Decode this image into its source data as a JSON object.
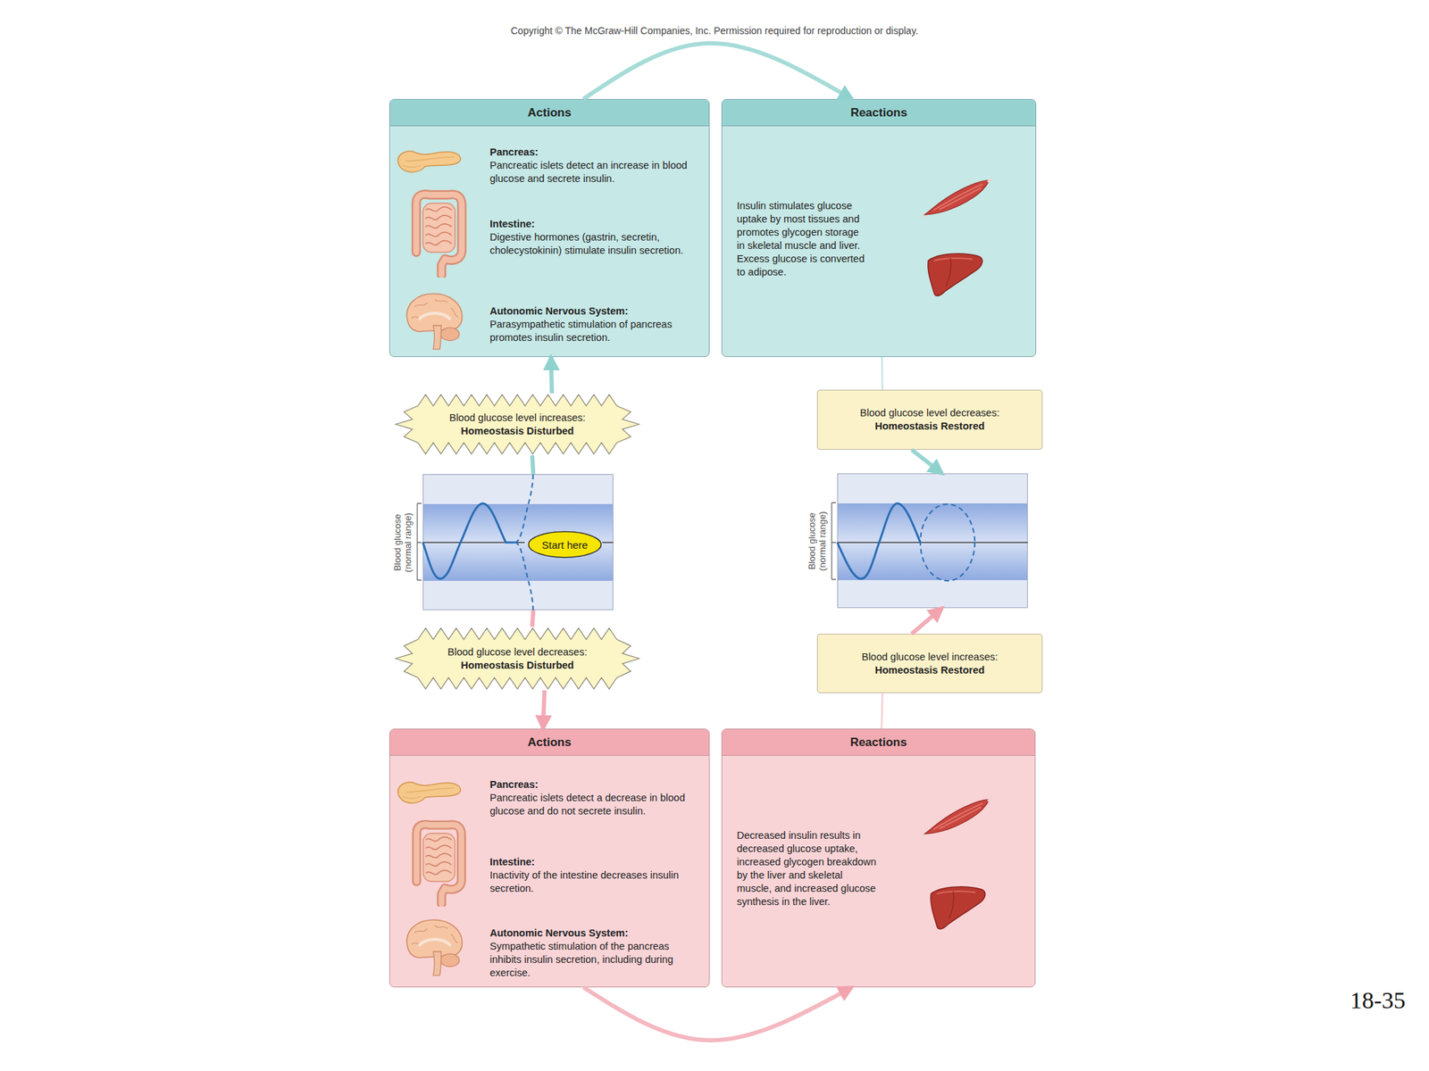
{
  "diagram": {
    "nodes": [
      {
        "text": [
          "Actions",
          "Pancreas:",
          "Pancreatic islets detect an increase in blood glucose and secrete insulin.",
          "Intestine:",
          "Digestive hormones (gastrin, secretin, cholecystokinin) stimulate insulin secretion.",
          "Autonomic Nervous System:",
          "Parasympathetic stimulation of pancreas promotes insulin secretion."
        ]
      },
      {
        "text": [
          "Reactions",
          "Insulin stimulates glucose uptake by most tissues and promotes glycogen storage in skeletal muscle and liver. Excess glucose is converted to adipose."
        ]
      },
      {
        "text": [
          "Blood glucose level increases:",
          "Homeostasis Disturbed"
        ]
      },
      {
        "text": [
          "Blood glucose level decreases:",
          "Homeostasis Restored"
        ]
      },
      {
        "text": [
          "Blood glucose (normal range)"
        ]
      },
      {
        "text": [
          "Start here"
        ],
        "in": 4
      },
      {
        "text": [
          "Blood glucose (normal range)"
        ]
      },
      {
        "text": [
          "Blood glucose level decreases:",
          "Homeostasis Disturbed"
        ]
      },
      {
        "text": [
          "Blood glucose level increases:",
          "Homeostasis Restored"
        ]
      },
      {
        "text": [
          "Actions",
          "Pancreas:",
          "Pancreatic islets detect a decrease in blood glucose and do not secrete insulin.",
          "Intestine:",
          "Inactivity of the intestine decreases insulin secretion.",
          "Autonomic Nervous System:",
          "Sympathetic stimulation of the pancreas inhibits insulin secretion, including during exercise."
        ]
      },
      {
        "text": [
          "Reactions",
          "Decreased insulin results in decreased glucose uptake, increased glycogen breakdown by the liver and skeletal muscle, and increased glucose synthesis in the liver."
        ]
      }
    ],
    "edges": [
      {
        "from": 0,
        "to": 1,
        "arrow": "to"
      },
      {
        "from": 1,
        "to": 3,
        "arrow": "none"
      },
      {
        "from": 3,
        "to": 6,
        "arrow": "to"
      },
      {
        "from": 4,
        "to": 2,
        "arrow": "none"
      },
      {
        "from": 2,
        "to": 0,
        "arrow": "to"
      },
      {
        "from": 4,
        "to": 7,
        "arrow": "none"
      },
      {
        "from": 7,
        "to": 9,
        "arrow": "to"
      },
      {
        "from": 9,
        "to": 10,
        "arrow": "to"
      },
      {
        "from": 10,
        "to": 8,
        "arrow": "none"
      },
      {
        "from": 8,
        "to": 6,
        "arrow": "to"
      }
    ],
    "labels": [
      "Copyright © The McGraw-Hill Companies, Inc. Permission required for reproduction or display.",
      "18-35"
    ]
  }
}
